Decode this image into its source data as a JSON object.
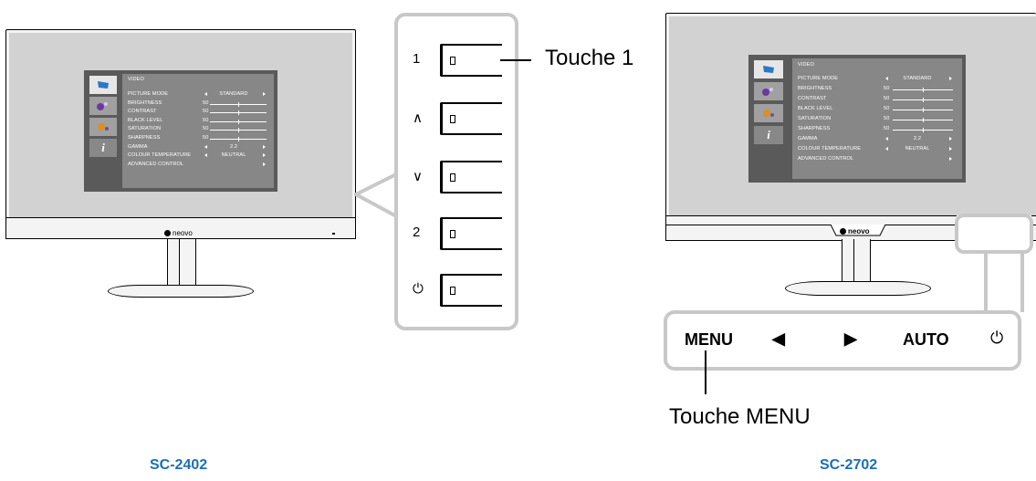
{
  "brand": "neovo",
  "osd": {
    "title": "VIDEO",
    "rows": [
      {
        "label": "PICTURE MODE",
        "value": "STANDARD",
        "kind": "select"
      },
      {
        "label": "BRIGHTNESS",
        "value": "50",
        "kind": "slider",
        "level": 0.5
      },
      {
        "label": "CONTRAST",
        "value": "50",
        "kind": "slider",
        "level": 0.5
      },
      {
        "label": "BLACK LEVEL",
        "value": "50",
        "kind": "slider",
        "level": 0.5
      },
      {
        "label": "SATURATION",
        "value": "50",
        "kind": "slider",
        "level": 0.5
      },
      {
        "label": "SHARPNESS",
        "value": "50",
        "kind": "slider",
        "level": 0.5
      },
      {
        "label": "GAMMA",
        "value": "2.2",
        "kind": "select"
      },
      {
        "label": "COLOUR TEMPERATURE",
        "value": "NEUTRAL",
        "kind": "select"
      },
      {
        "label": "ADVANCED CONTROL",
        "value": "",
        "kind": "submenu"
      }
    ],
    "tabs": [
      {
        "icon": "video-icon",
        "active": true
      },
      {
        "icon": "audio-icon",
        "active": false
      },
      {
        "icon": "settings-icon",
        "active": false
      },
      {
        "icon": "info-icon",
        "active": false,
        "glyph": "i"
      }
    ]
  },
  "left_keys": [
    {
      "symbol": "1",
      "icon": "key-1-icon"
    },
    {
      "symbol": "∧",
      "icon": "up-icon"
    },
    {
      "symbol": "∨",
      "icon": "down-icon"
    },
    {
      "symbol": "2",
      "icon": "key-2-icon"
    },
    {
      "symbol": "⏻",
      "icon": "power-icon"
    }
  ],
  "left_label": "Touche 1",
  "right_controls": [
    {
      "label": "MENU",
      "icon": "menu-text"
    },
    {
      "label": "◀",
      "icon": "left-arrow-icon"
    },
    {
      "label": "▶",
      "icon": "right-arrow-icon"
    },
    {
      "label": "AUTO",
      "icon": "auto-text"
    },
    {
      "label": "⏻",
      "icon": "power-icon"
    }
  ],
  "right_label": "Touche MENU",
  "captions": {
    "left": "SC-2402",
    "right": "SC-2702"
  },
  "colors": {
    "caption": "#1a6fb5",
    "callout_border": "#c8c8c8"
  }
}
